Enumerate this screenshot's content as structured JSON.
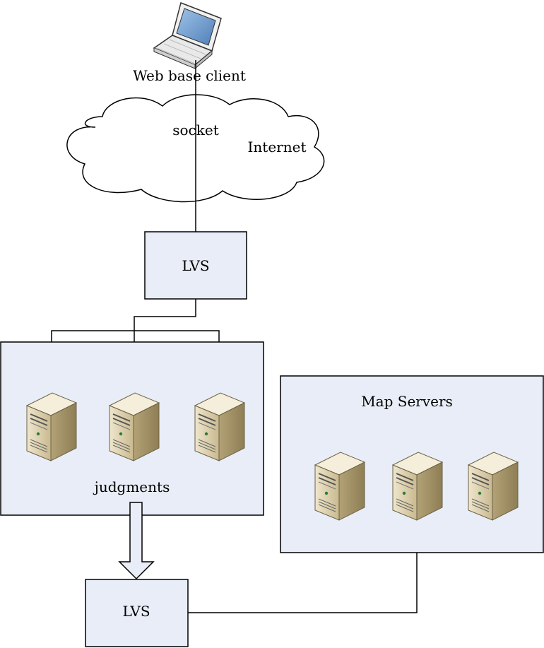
{
  "labels": {
    "client": "Web base client",
    "socket": "socket",
    "internet": "Internet",
    "lvs_top": "LVS",
    "judgments": "judgments",
    "map_servers": "Map Servers",
    "lvs_bottom": "LVS"
  },
  "icons": {
    "client": "laptop-icon",
    "cloud": "cloud-icon",
    "server": "server-tower-icon",
    "arrow": "down-arrow-icon"
  },
  "colors": {
    "box_fill": "#e8edf7",
    "stroke": "#000000",
    "server_body": "#d6c9a6"
  }
}
